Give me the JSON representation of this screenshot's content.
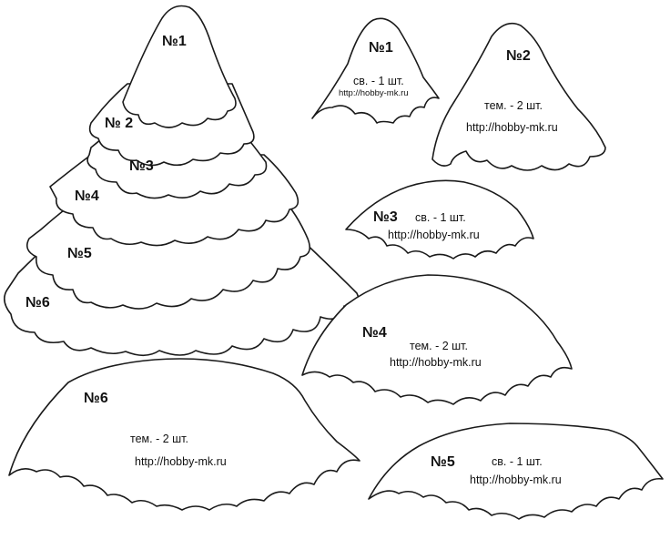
{
  "tree": {
    "labels": [
      "№1",
      "№ 2",
      "№3",
      "№4",
      "№5",
      "№6"
    ]
  },
  "pieces": [
    {
      "number": "№1",
      "count": "св. - 1 шт.",
      "url": "http://hobby-mk.ru"
    },
    {
      "number": "№2",
      "count": "тем. - 2 шт.",
      "url": "http://hobby-mk.ru"
    },
    {
      "number": "№3",
      "count": "св. - 1 шт.",
      "url": "http://hobby-mk.ru"
    },
    {
      "number": "№4",
      "count": "тем. - 2 шт.",
      "url": "http://hobby-mk.ru"
    },
    {
      "number": "№6",
      "count": "тем. - 2 шт.",
      "url": "http://hobby-mk.ru"
    },
    {
      "number": "№5",
      "count": "св. - 1 шт.",
      "url": "http://hobby-mk.ru"
    }
  ]
}
